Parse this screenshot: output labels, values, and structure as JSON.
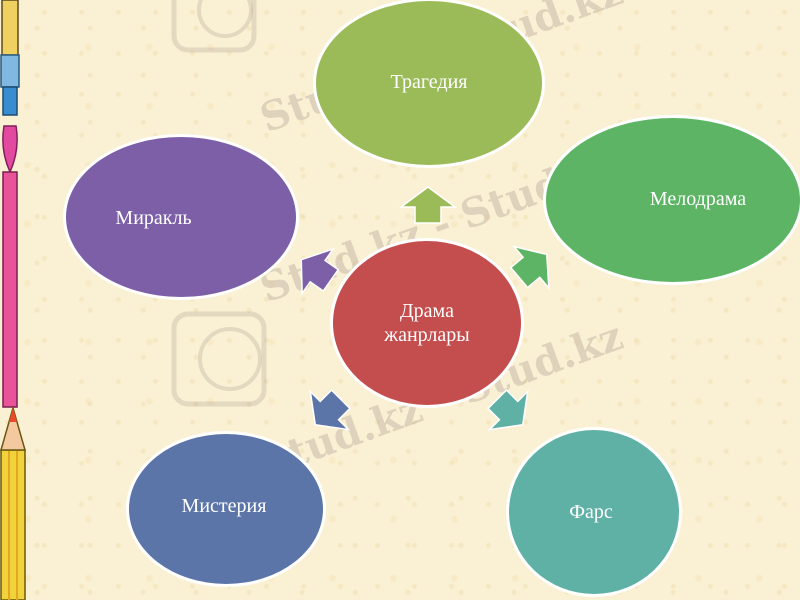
{
  "center": {
    "label_line1": "Драма",
    "label_line2": "жанрлары",
    "color": "#c44d4d"
  },
  "nodes": {
    "tragedy": {
      "label": "Трагедия",
      "color": "#9bbb59"
    },
    "melodrama": {
      "label": "Мелодрама",
      "color": "#5db464"
    },
    "farce": {
      "label": "Фарс",
      "color": "#5fb0a5"
    },
    "mystery": {
      "label": "Мистерия",
      "color": "#5b75a8"
    },
    "miracle": {
      "label": "Миракль",
      "color": "#7d5fa8"
    }
  },
  "watermark": {
    "text": "Stud.kz - Stud.kz"
  }
}
